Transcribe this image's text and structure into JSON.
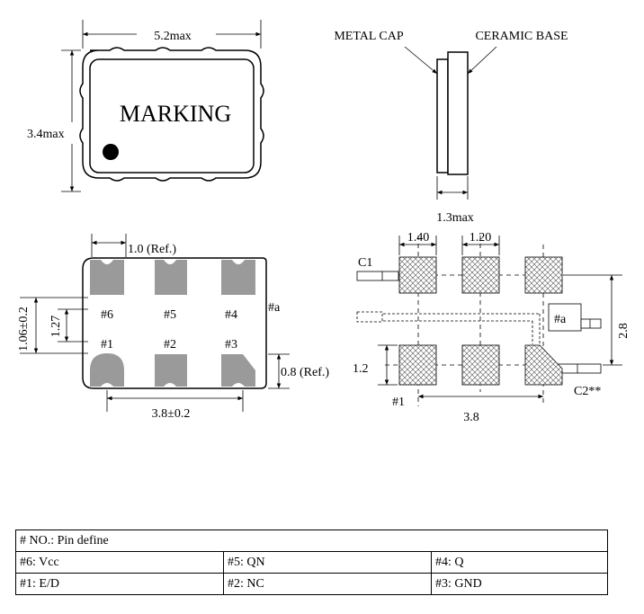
{
  "top_view": {
    "width_label": "5.2max",
    "height_label": "3.4max",
    "marking": "MARKING"
  },
  "side_view": {
    "metal_cap": "METAL CAP",
    "ceramic_base": "CERAMIC BASE",
    "thickness_label": "1.3max"
  },
  "bottom_view": {
    "pad_width_label": "1.0 (Ref.)",
    "pad_height_label": "0.8 (Ref.)",
    "outer_height_label": "1.06±0.2",
    "pitch_vertical_label": "1.27",
    "pitch_horizontal_label": "3.8±0.2",
    "mark_label": "#a",
    "pin_labels": [
      "#6",
      "#5",
      "#4",
      "#1",
      "#2",
      "#3"
    ]
  },
  "land_pattern": {
    "pad_width_label": "1.40",
    "pad_gap_label": "1.20",
    "pad_height_label": "1.2",
    "row_pitch_label": "2.8",
    "span_label": "3.8",
    "c1_label": "C1",
    "c2_label": "C2**",
    "pin1_label": "#1",
    "mark_label": "#a"
  },
  "pin_table": {
    "header": "# NO.: Pin define",
    "rows": [
      [
        "#6: Vcc",
        "#5: QN",
        "#4: Q"
      ],
      [
        "#1: E/D",
        "#2: NC",
        "#3: GND"
      ]
    ]
  }
}
